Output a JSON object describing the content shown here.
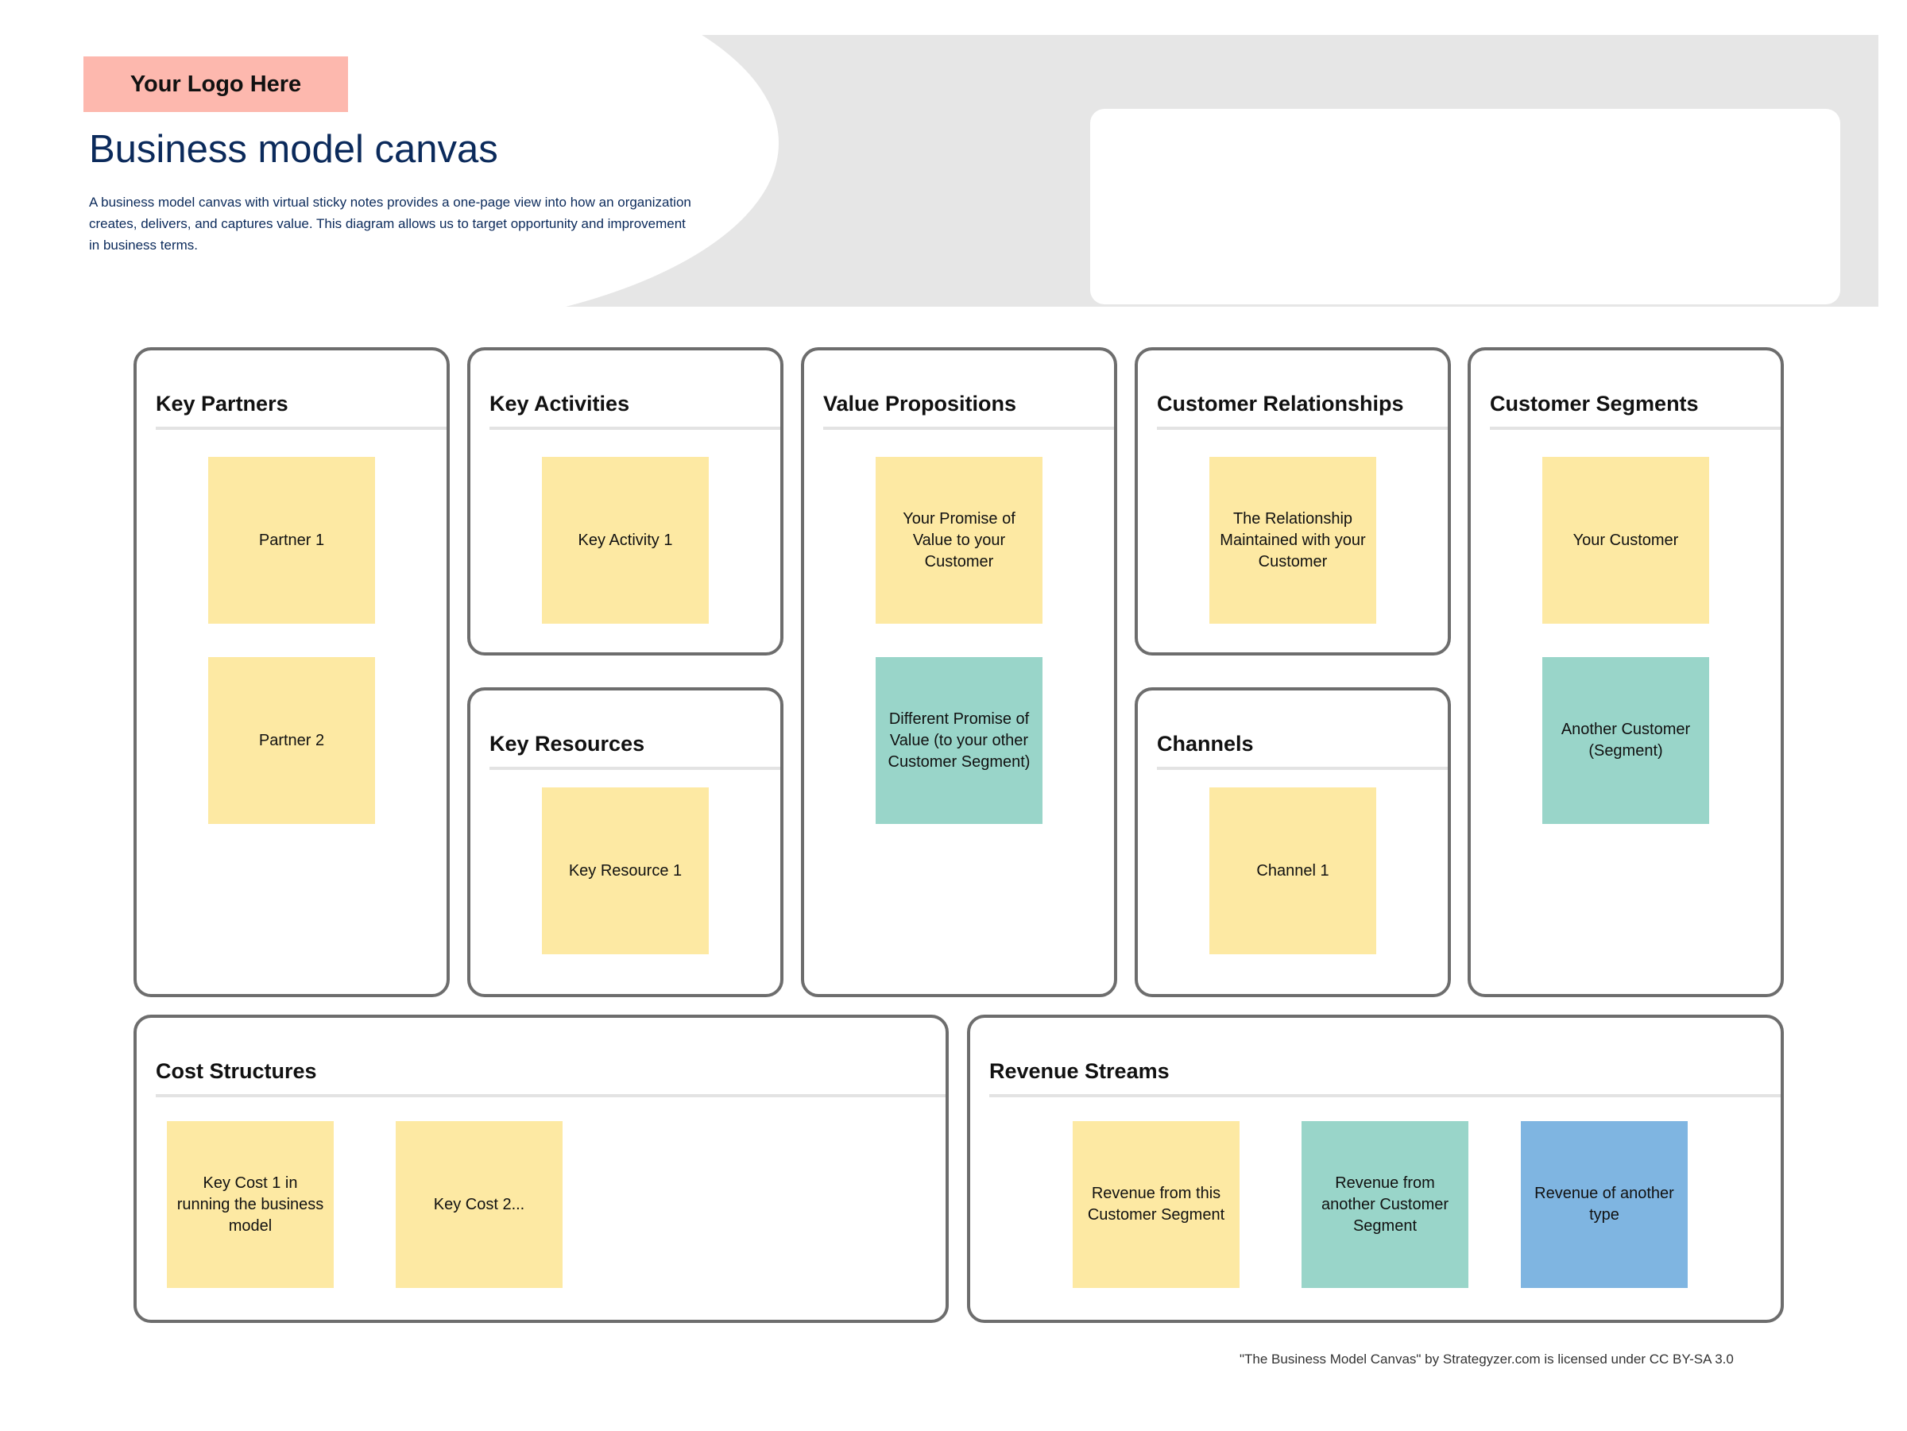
{
  "header": {
    "logo": "Your Logo Here",
    "title": "Business model canvas",
    "description": "A business model canvas with virtual sticky notes provides a one-page view into how an organization creates, delivers, and captures value. This diagram allows us to target opportunity and improvement in business terms."
  },
  "sections": {
    "key_partners": {
      "title": "Key Partners",
      "notes": [
        "Partner 1",
        "Partner 2"
      ]
    },
    "key_activities": {
      "title": "Key Activities",
      "notes": [
        "Key Activity 1"
      ]
    },
    "key_resources": {
      "title": "Key Resources",
      "notes": [
        "Key Resource 1"
      ]
    },
    "value_propositions": {
      "title": "Value Propositions",
      "notes": [
        "Your Promise of Value to your Customer",
        "Different Promise of Value (to your other Customer Segment)"
      ]
    },
    "customer_relationships": {
      "title": "Customer Relationships",
      "notes": [
        "The Relationship Maintained with your Customer"
      ]
    },
    "channels": {
      "title": "Channels",
      "notes": [
        "Channel 1"
      ]
    },
    "customer_segments": {
      "title": "Customer Segments",
      "notes": [
        "Your Customer",
        "Another Customer (Segment)"
      ]
    },
    "cost_structures": {
      "title": "Cost Structures",
      "notes": [
        "Key Cost 1 in running the business model",
        "Key Cost 2..."
      ]
    },
    "revenue_streams": {
      "title": "Revenue Streams",
      "notes": [
        "Revenue from this Customer Segment",
        "Revenue from another Customer Segment",
        "Revenue of another type"
      ]
    }
  },
  "colors": {
    "note_yellow": "#fde9a3",
    "note_teal": "#99d5c9",
    "note_blue": "#7fb5e1",
    "logo_background": "#fdb8ae",
    "title_color": "#0b2a5b"
  },
  "footer": {
    "credit": "\"The Business Model Canvas\" by Strategyzer.com is licensed under CC BY-SA 3.0"
  }
}
